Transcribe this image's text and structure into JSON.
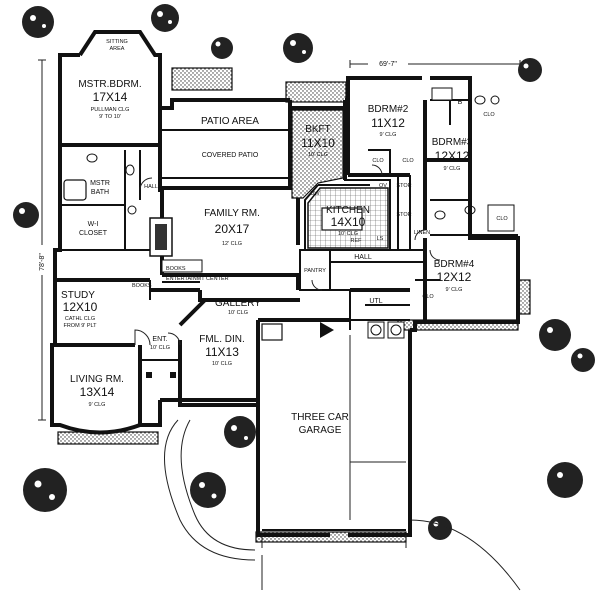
{
  "plan": {
    "dimension_width": "69'-7\"",
    "dimension_depth": "78'-8\""
  },
  "rooms": {
    "sitting": {
      "name1": "SITTING",
      "name2": "AREA"
    },
    "master": {
      "name": "MSTR.BDRM.",
      "size": "17X14",
      "clg1": "PULLMAN CLG",
      "clg2": "9' TO 10'"
    },
    "master_bath": {
      "name1": "MSTR",
      "name2": "BATH"
    },
    "wi_closet": {
      "name1": "W-I",
      "name2": "CLOSET"
    },
    "hall_west": {
      "name": "HALL"
    },
    "patio": {
      "name": "PATIO AREA"
    },
    "covered_patio": {
      "name": "COVERED PATIO"
    },
    "bkft": {
      "name": "BKFT",
      "size": "11X10",
      "clg": "10' CLG"
    },
    "kitchen": {
      "name": "KITCHEN",
      "size": "14X10",
      "clg": "10' CLG"
    },
    "family": {
      "name": "FAMILY RM.",
      "size": "20X17",
      "clg": "12' CLG"
    },
    "books": {
      "label1": "BOOKS",
      "label2": "ENTERTAINMT CENTER",
      "label3": "BOOKS"
    },
    "study": {
      "name": "STUDY",
      "size": "12X10",
      "clg1": "CATHL CLG",
      "clg2": "FROM 9' PLT"
    },
    "gallery": {
      "name": "GALLERY",
      "clg": "10' CLG"
    },
    "entry": {
      "name": "ENT.",
      "clg": "10' CLG"
    },
    "living": {
      "name": "LIVING RM.",
      "size": "13X14",
      "clg": "9' CLG"
    },
    "dining": {
      "name": "FML. DIN.",
      "size": "11X13",
      "clg": "10' CLG"
    },
    "garage": {
      "name1": "THREE CAR",
      "name2": "GARAGE"
    },
    "bdrm2": {
      "name": "BDRM#2",
      "size": "11X12",
      "clg": "9' CLG"
    },
    "bdrm3": {
      "name": "BDRM#3",
      "size": "12X12",
      "clg": "9' CLG"
    },
    "bdrm4": {
      "name": "BDRM#4",
      "size": "12X12",
      "clg": "9' CLG"
    },
    "hall_east": {
      "name": "HALL"
    },
    "pantry": {
      "name": "PANTRY"
    },
    "utility": {
      "name": "UTL"
    },
    "small": {
      "clo": "CLO",
      "stor": "STOR",
      "linen": "LINEN",
      "dw": "DW",
      "ov": "OV",
      "ref": "REF",
      "ls": "LS",
      "b": "B"
    }
  }
}
